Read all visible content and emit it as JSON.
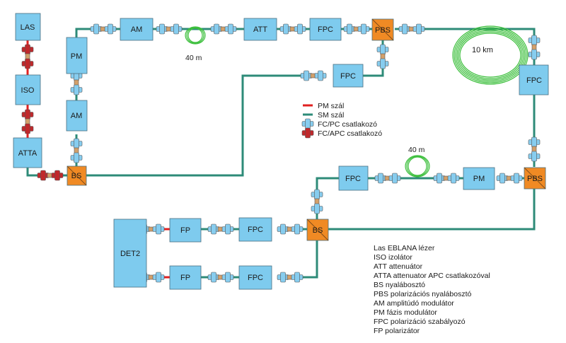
{
  "colors": {
    "sm_fiber": "#2e8b78",
    "pm_fiber": "#e02020",
    "box_fill": "#7ecbee",
    "splitter_fill": "#f08a24",
    "spool": "#3cbf3c",
    "fcpc": "#87cdef",
    "fcapc": "#c0282b"
  },
  "components": {
    "las": "LAS",
    "iso": "ISO",
    "atta": "ATTA",
    "bs_left": "BS",
    "pm_left": "PM",
    "am_left": "AM",
    "am_top": "AM",
    "att": "ATT",
    "fpc_top": "FPC",
    "pbs_top": "PBS",
    "fpc_mid": "FPC",
    "fpc_right": "FPC",
    "pbs_right": "PBS",
    "pm_right": "PM",
    "fpc_lower": "FPC",
    "bs_bottom": "BS",
    "det2": "DET2",
    "fp1": "FP",
    "fpc_b1": "FPC",
    "fp2": "FP",
    "fpc_b2": "FPC"
  },
  "spools": {
    "spool_top": "40 m",
    "spool_big": "10 km",
    "spool_mid": "40 m"
  },
  "legend": {
    "pm_fiber": "PM szál",
    "sm_fiber": "SM szál",
    "fcpc": "FC/PC csatlakozó",
    "fcapc": "FC/APC csatlakozó"
  },
  "glossary": [
    "Las EBLANA lézer",
    "ISO izolátor",
    "ATT attenuátor",
    "ATTA attenuator APC csatlakozóval",
    "BS nyalábosztó",
    "PBS polarizációs nyalábosztó",
    "AM amplitúdó modulátor",
    "PM fázis modulátor",
    "FPC polarizáció szabályozó",
    "FP polarizátor"
  ]
}
